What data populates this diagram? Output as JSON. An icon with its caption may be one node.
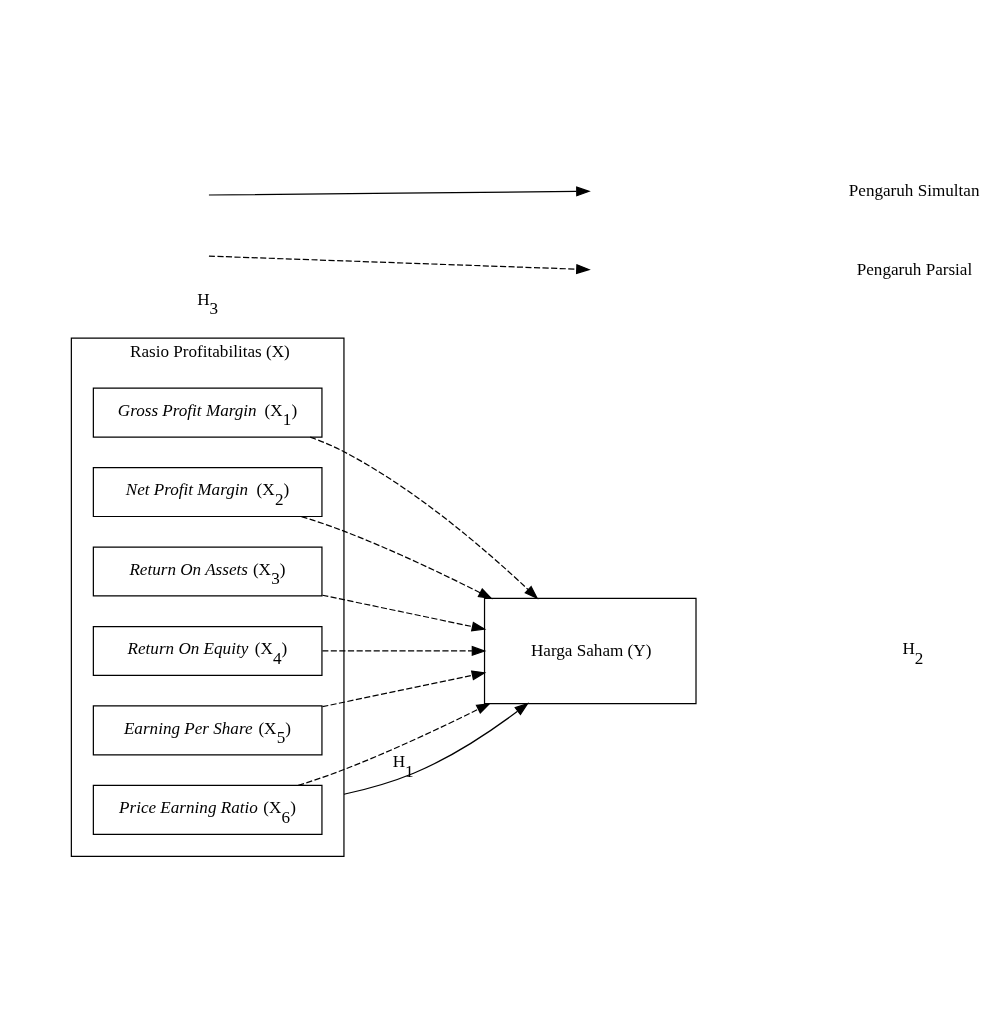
{
  "diagram": {
    "nodes": [
      {
        "text": [
          "Rasio Profitabilitas (X)"
        ]
      },
      {
        "text": [
          "*Gross Profit Margin* (X$_{1}$)"
        ],
        "in": 0
      },
      {
        "text": [
          "*Net Profit Margin* (X$_{2}$)"
        ],
        "in": 0
      },
      {
        "text": [
          "*Return On Assets* (X$_{3}$)"
        ],
        "in": 0
      },
      {
        "text": [
          "*Return On Equity* (X$_{4}$)"
        ],
        "in": 0
      },
      {
        "text": [
          "*Earning Per Share* (X$_{5}$)"
        ],
        "in": 0
      },
      {
        "text": [
          "*Price Earning Ratio* (X$_{6}$)"
        ],
        "in": 0
      },
      {
        "text": [
          "Harga Saham (Y)"
        ]
      }
    ],
    "edges": [
      {
        "from": 1,
        "to": 7,
        "arrow": "to",
        "style": "dashed"
      },
      {
        "from": 2,
        "to": 7,
        "arrow": "to",
        "style": "dashed"
      },
      {
        "from": 3,
        "to": 7,
        "arrow": "to",
        "style": "dashed"
      },
      {
        "from": 4,
        "to": 7,
        "arrow": "to",
        "style": "dashed"
      },
      {
        "from": 5,
        "to": 7,
        "arrow": "to",
        "style": "dashed"
      },
      {
        "from": 6,
        "to": 7,
        "arrow": "to",
        "style": "dashed"
      },
      {
        "from": 0,
        "to": 7,
        "arrow": "to",
        "label": "H$_{1}$"
      }
    ],
    "labels": [
      "H$_{2}$",
      "H$_{3}$"
    ],
    "legend": [
      {
        "text": "Pengaruh Simultan"
      },
      {
        "text": "Pengaruh Parsial"
      }
    ]
  }
}
